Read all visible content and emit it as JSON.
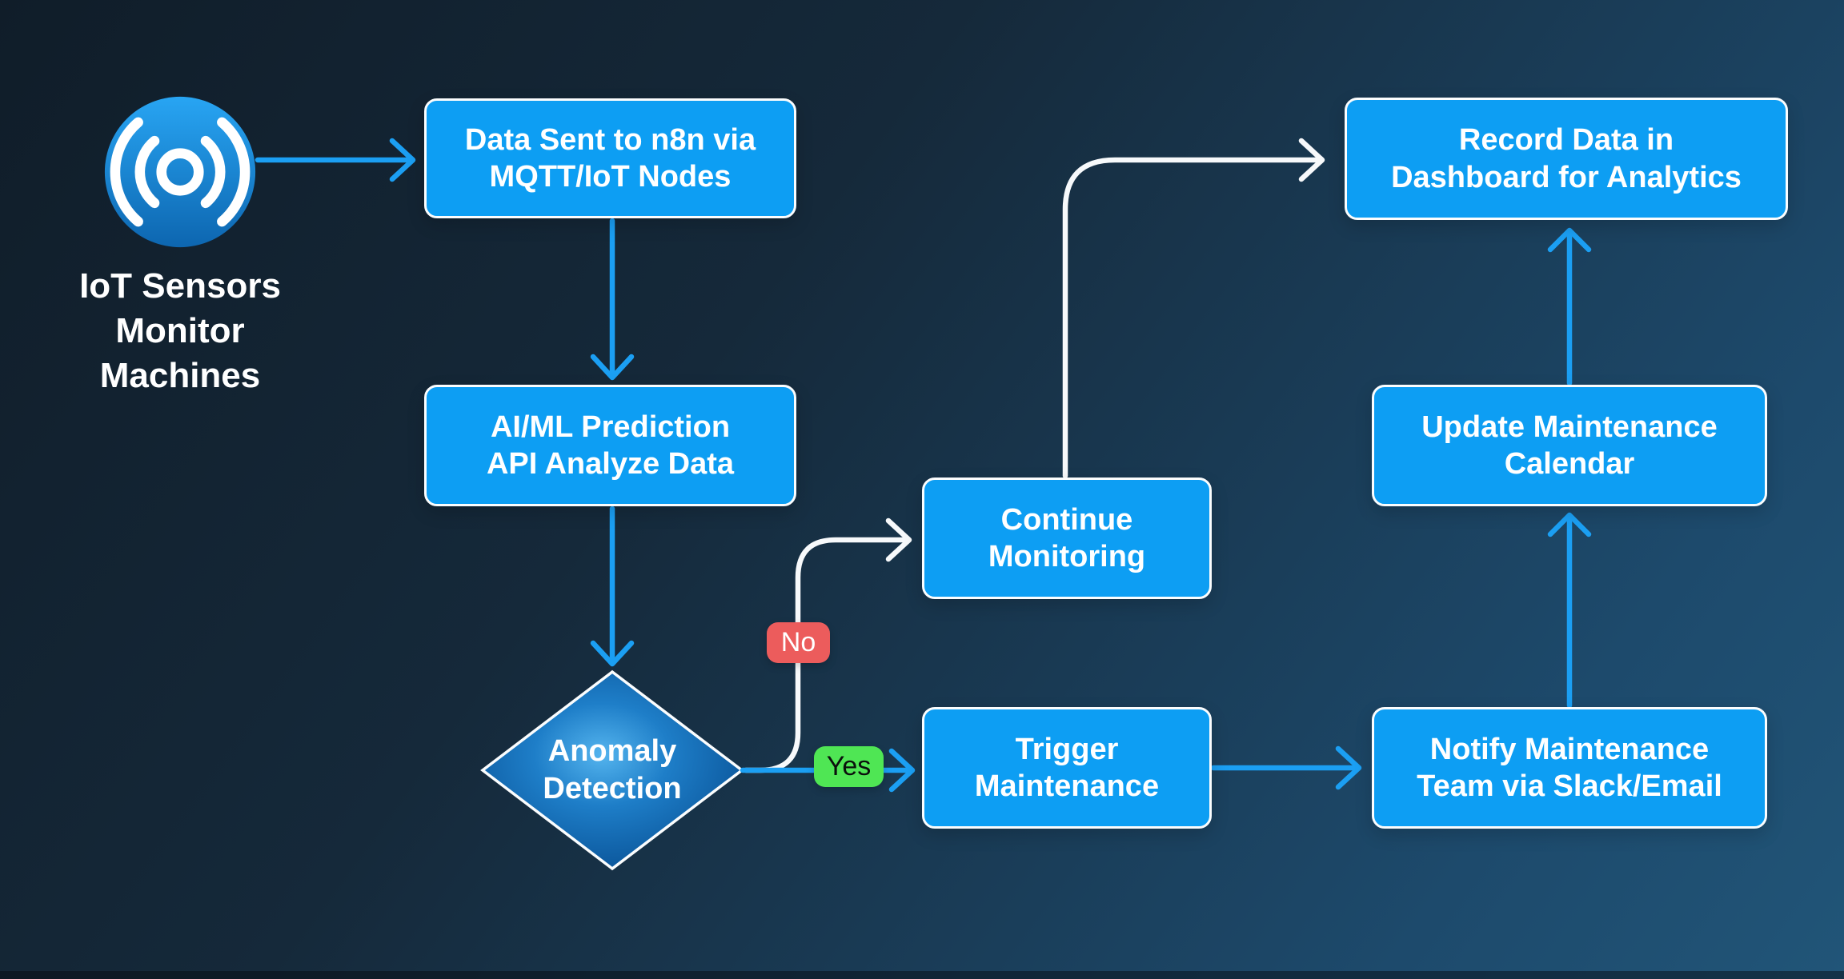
{
  "colors": {
    "node_fill": "#0D9EF3",
    "node_border": "#FBFDFE",
    "arrow_blue": "#1B9FF3",
    "arrow_white": "#F7F9FB",
    "no_badge": "#EC5C5C",
    "yes_badge": "#4FE654",
    "icon_top": "#28A5F3",
    "icon_bottom": "#0D66B0",
    "diamond_center": "#54B4EE",
    "diamond_edge": "#0C589D",
    "background_top_left": "#101D29",
    "background_bottom_right": "#215578"
  },
  "diagram": {
    "source": {
      "icon": "iot-signal-icon",
      "label": "IoT Sensors\nMonitor\nMachines"
    },
    "nodes": {
      "data_sent": "Data Sent to n8n via\nMQTT/IoT Nodes",
      "aiml": "AI/ML Prediction\nAPI Analyze Data",
      "anomaly": "Anomaly\nDetection",
      "continue_monitoring": "Continue\nMonitoring",
      "trigger": "Trigger\nMaintenance",
      "notify": "Notify Maintenance\nTeam via Slack/Email",
      "update": "Update Maintenance\nCalendar",
      "record": "Record Data in\nDashboard for Analytics"
    },
    "edge_labels": {
      "no": "No",
      "yes": "Yes"
    }
  }
}
